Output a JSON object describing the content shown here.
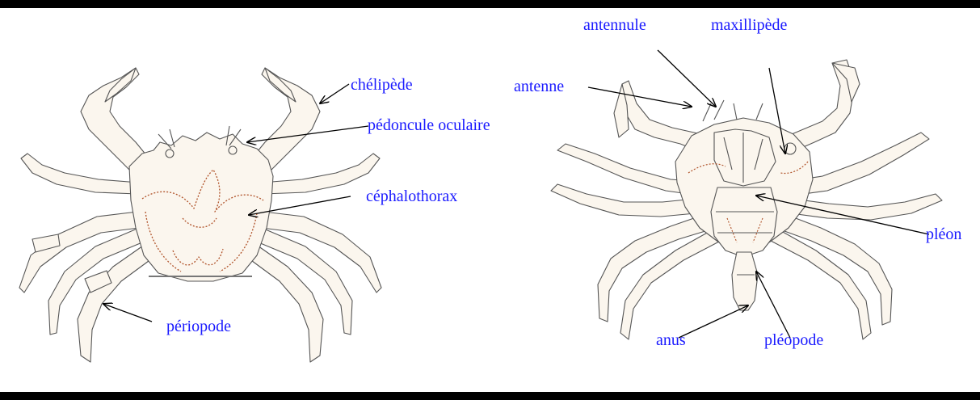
{
  "labels": {
    "chelipede": "chélipède",
    "pedoncule": "pédoncule oculaire",
    "cephalothorax": "céphalothorax",
    "periopode": "périopode",
    "antennule": "antennule",
    "maxillipede": "maxillipède",
    "antenne": "antenne",
    "pleon": "pléon",
    "anus": "anus",
    "pleopode": "pléopode"
  },
  "colors": {
    "label": "#1a1aff",
    "outline": "#555555",
    "carapace_marking": "#b0532a",
    "fill": "#fbf6ee"
  }
}
